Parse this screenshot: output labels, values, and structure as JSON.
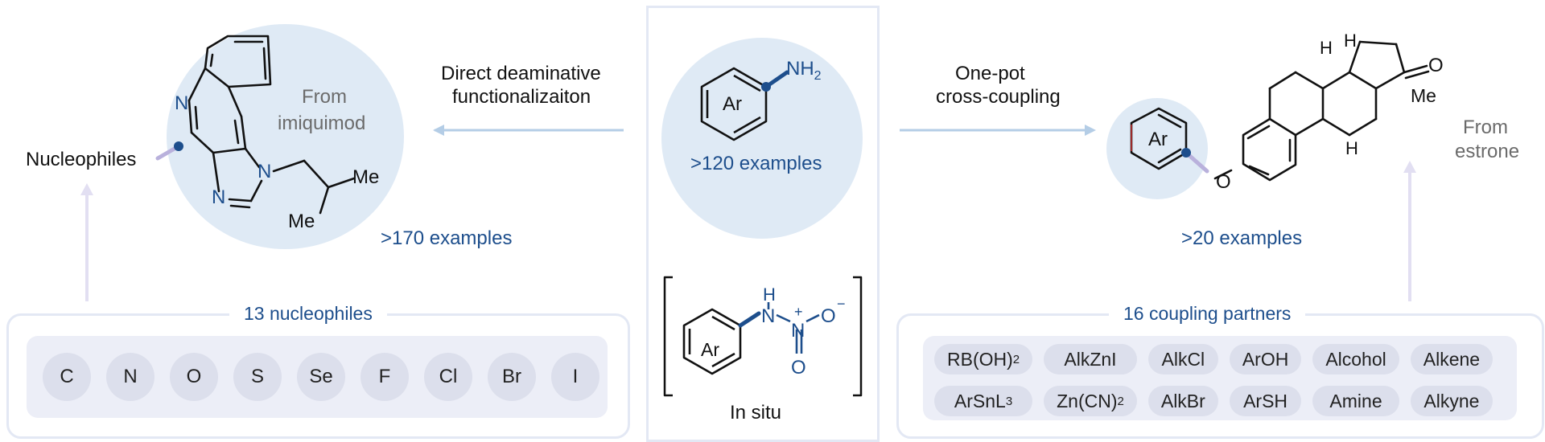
{
  "left": {
    "nucleophiles_label": "Nucleophiles",
    "source": [
      "From",
      "imiquimod"
    ],
    "atoms": {
      "n_top": "N",
      "n_ring": "N",
      "n_bottom": "N"
    },
    "methyl_1": "Me",
    "methyl_2": "Me",
    "examples": ">170 examples",
    "arrow_text": [
      "Direct deaminative",
      "functionalizaiton"
    ],
    "box_title": "13 nucleophiles",
    "nucleophiles": [
      "C",
      "N",
      "O",
      "S",
      "Se",
      "F",
      "Cl",
      "Br",
      "I"
    ]
  },
  "center": {
    "ar_label": "Ar",
    "nh2": "NH",
    "nh2_sub": "2",
    "examples": ">120 examples",
    "intermediate": {
      "ar_label": "Ar",
      "h": "H",
      "n1": "N",
      "n2": "N",
      "plus": "+",
      "o1": "O",
      "minus": "−",
      "o2": "O"
    },
    "caption": "In situ"
  },
  "right": {
    "arrow_text": [
      "One-pot",
      "cross-coupling"
    ],
    "ar_label": "Ar",
    "oxygen": "O",
    "ketone_o": "O",
    "methyl": "Me",
    "h_labels": [
      "H",
      "H",
      "H"
    ],
    "source": [
      "From",
      "estrone"
    ],
    "examples": ">20 examples",
    "box_title": "16 coupling partners",
    "partners": [
      {
        "text": "RB(OH)",
        "sub": "2"
      },
      {
        "text": "AlkZnI",
        "sub": ""
      },
      {
        "text": "AlkCl",
        "sub": ""
      },
      {
        "text": "ArOH",
        "sub": ""
      },
      {
        "text": "Alcohol",
        "sub": ""
      },
      {
        "text": "Alkene",
        "sub": ""
      },
      {
        "text": "ArSnL",
        "sub": "3"
      },
      {
        "text": "Zn(CN)",
        "sub": "2"
      },
      {
        "text": "AlkBr",
        "sub": ""
      },
      {
        "text": "ArSH",
        "sub": ""
      },
      {
        "text": "Amine",
        "sub": ""
      },
      {
        "text": "Alkyne",
        "sub": ""
      }
    ]
  },
  "colors": {
    "circle": "#dfeaf5",
    "accent_blue": "#1d4e8c",
    "arrow": "#b4cde6",
    "purple_arrow": "#e2dff2",
    "bond_highlight": "#b9b1dc",
    "box_border": "#e3e8f4",
    "chip": "#dcdfec"
  }
}
